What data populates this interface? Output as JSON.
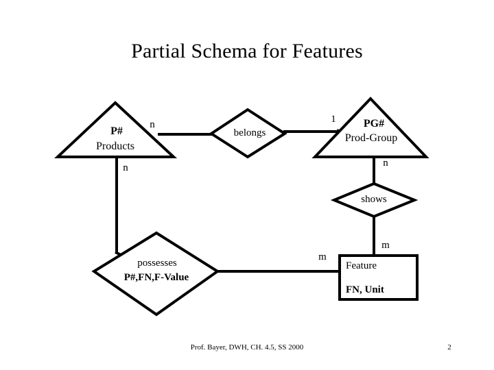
{
  "slide": {
    "title": "Partial Schema for Features",
    "footer": "Prof. Bayer, DWH, CH. 4.5, SS 2000",
    "page_number": "2",
    "background_color": "#ffffff",
    "line_color": "#000000",
    "text_color": "#000000"
  },
  "diagram": {
    "type": "entity-relationship-diagram",
    "entities": [
      {
        "id": "products",
        "shape": "triangle",
        "key_attribute": "P#",
        "name": "Products"
      },
      {
        "id": "prod-group",
        "shape": "triangle",
        "key_attribute": "PG#",
        "name": "Prod-Group"
      },
      {
        "id": "feature",
        "shape": "rectangle",
        "name": "Feature",
        "attributes": "FN, Unit"
      }
    ],
    "relationships": [
      {
        "id": "belongs",
        "shape": "diamond",
        "name": "belongs",
        "attributes": ""
      },
      {
        "id": "shows",
        "shape": "diamond",
        "name": "shows",
        "attributes": ""
      },
      {
        "id": "possesses",
        "shape": "diamond",
        "name": "possesses",
        "attributes": "P#,FN,F-Value"
      }
    ],
    "cardinalities": {
      "products_to_belongs": "n",
      "belongs_to_prodgroup": "1",
      "products_to_possesses": "n",
      "prodgroup_to_shows": "n",
      "shows_to_feature": "m",
      "possesses_to_feature": "m"
    }
  }
}
